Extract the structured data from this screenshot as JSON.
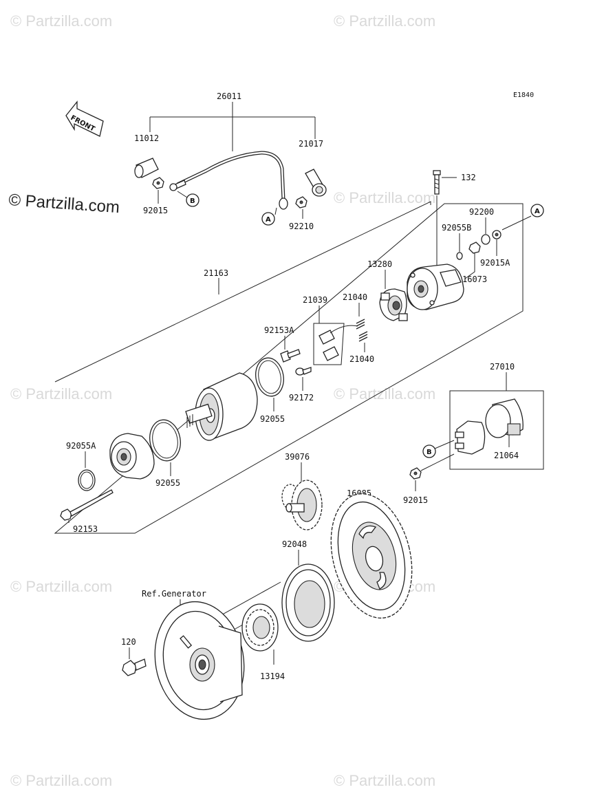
{
  "diagram_code": "E1840",
  "front_label": "FRONT",
  "watermark_text": "© Partzilla.com",
  "callouts": {
    "a": "A",
    "b": "B"
  },
  "parts": {
    "p26011": "26011",
    "p11012": "11012",
    "p21017": "21017",
    "p92015_top": "92015",
    "p92210": "92210",
    "p132": "132",
    "p92200": "92200",
    "p92055B": "92055B",
    "p92015A": "92015A",
    "p16073": "16073",
    "p21163": "21163",
    "p13280": "13280",
    "p21039": "21039",
    "p21040_a": "21040",
    "p21040_b": "21040",
    "p92153A": "92153A",
    "p92172": "92172",
    "p92055_mid": "92055",
    "p92055A": "92055A",
    "p92055_low": "92055",
    "p92153": "92153",
    "p27010": "27010",
    "p21064": "21064",
    "p92015_right": "92015",
    "p39076": "39076",
    "p16085": "16085",
    "p92048": "92048",
    "ref_generator": "Ref.Generator",
    "p120": "120",
    "p13194": "13194"
  }
}
